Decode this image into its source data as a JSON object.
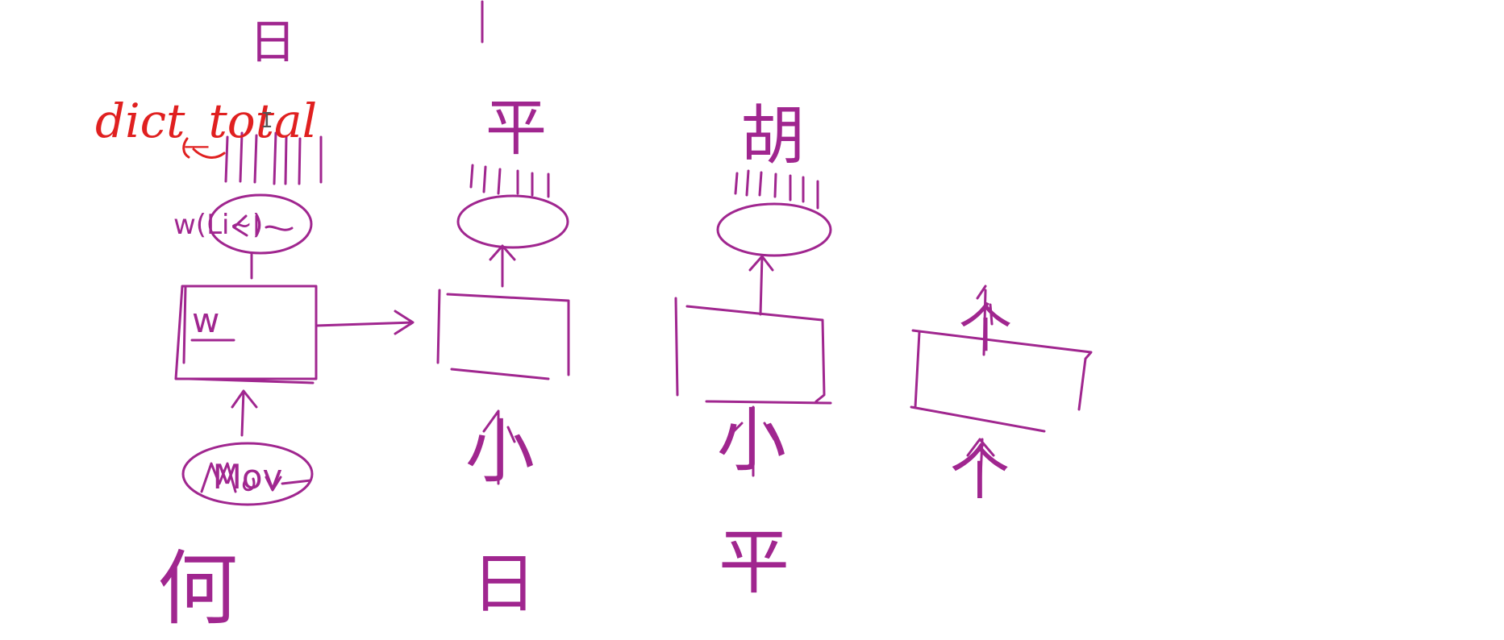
{
  "colors": {
    "ink": "#a0268f",
    "annotation": "#e02020",
    "background": "#ffffff",
    "cursor": "#555555"
  },
  "annotation": {
    "text": "dict_total"
  },
  "cursor": {
    "glyph": "I",
    "icon": "text-cursor-icon"
  },
  "steps": [
    {
      "input_char": "何",
      "embed_label": "Mov",
      "cell_label": "w",
      "output_char": "日",
      "weight_label": "w(Li~)"
    },
    {
      "input_char": "日",
      "cell_input_char": "小",
      "output_char": "平"
    },
    {
      "input_char": "平",
      "cell_input_char": "小",
      "output_char": "胡"
    },
    {
      "cell_input_char": "个",
      "cell_output_char": "个"
    }
  ]
}
